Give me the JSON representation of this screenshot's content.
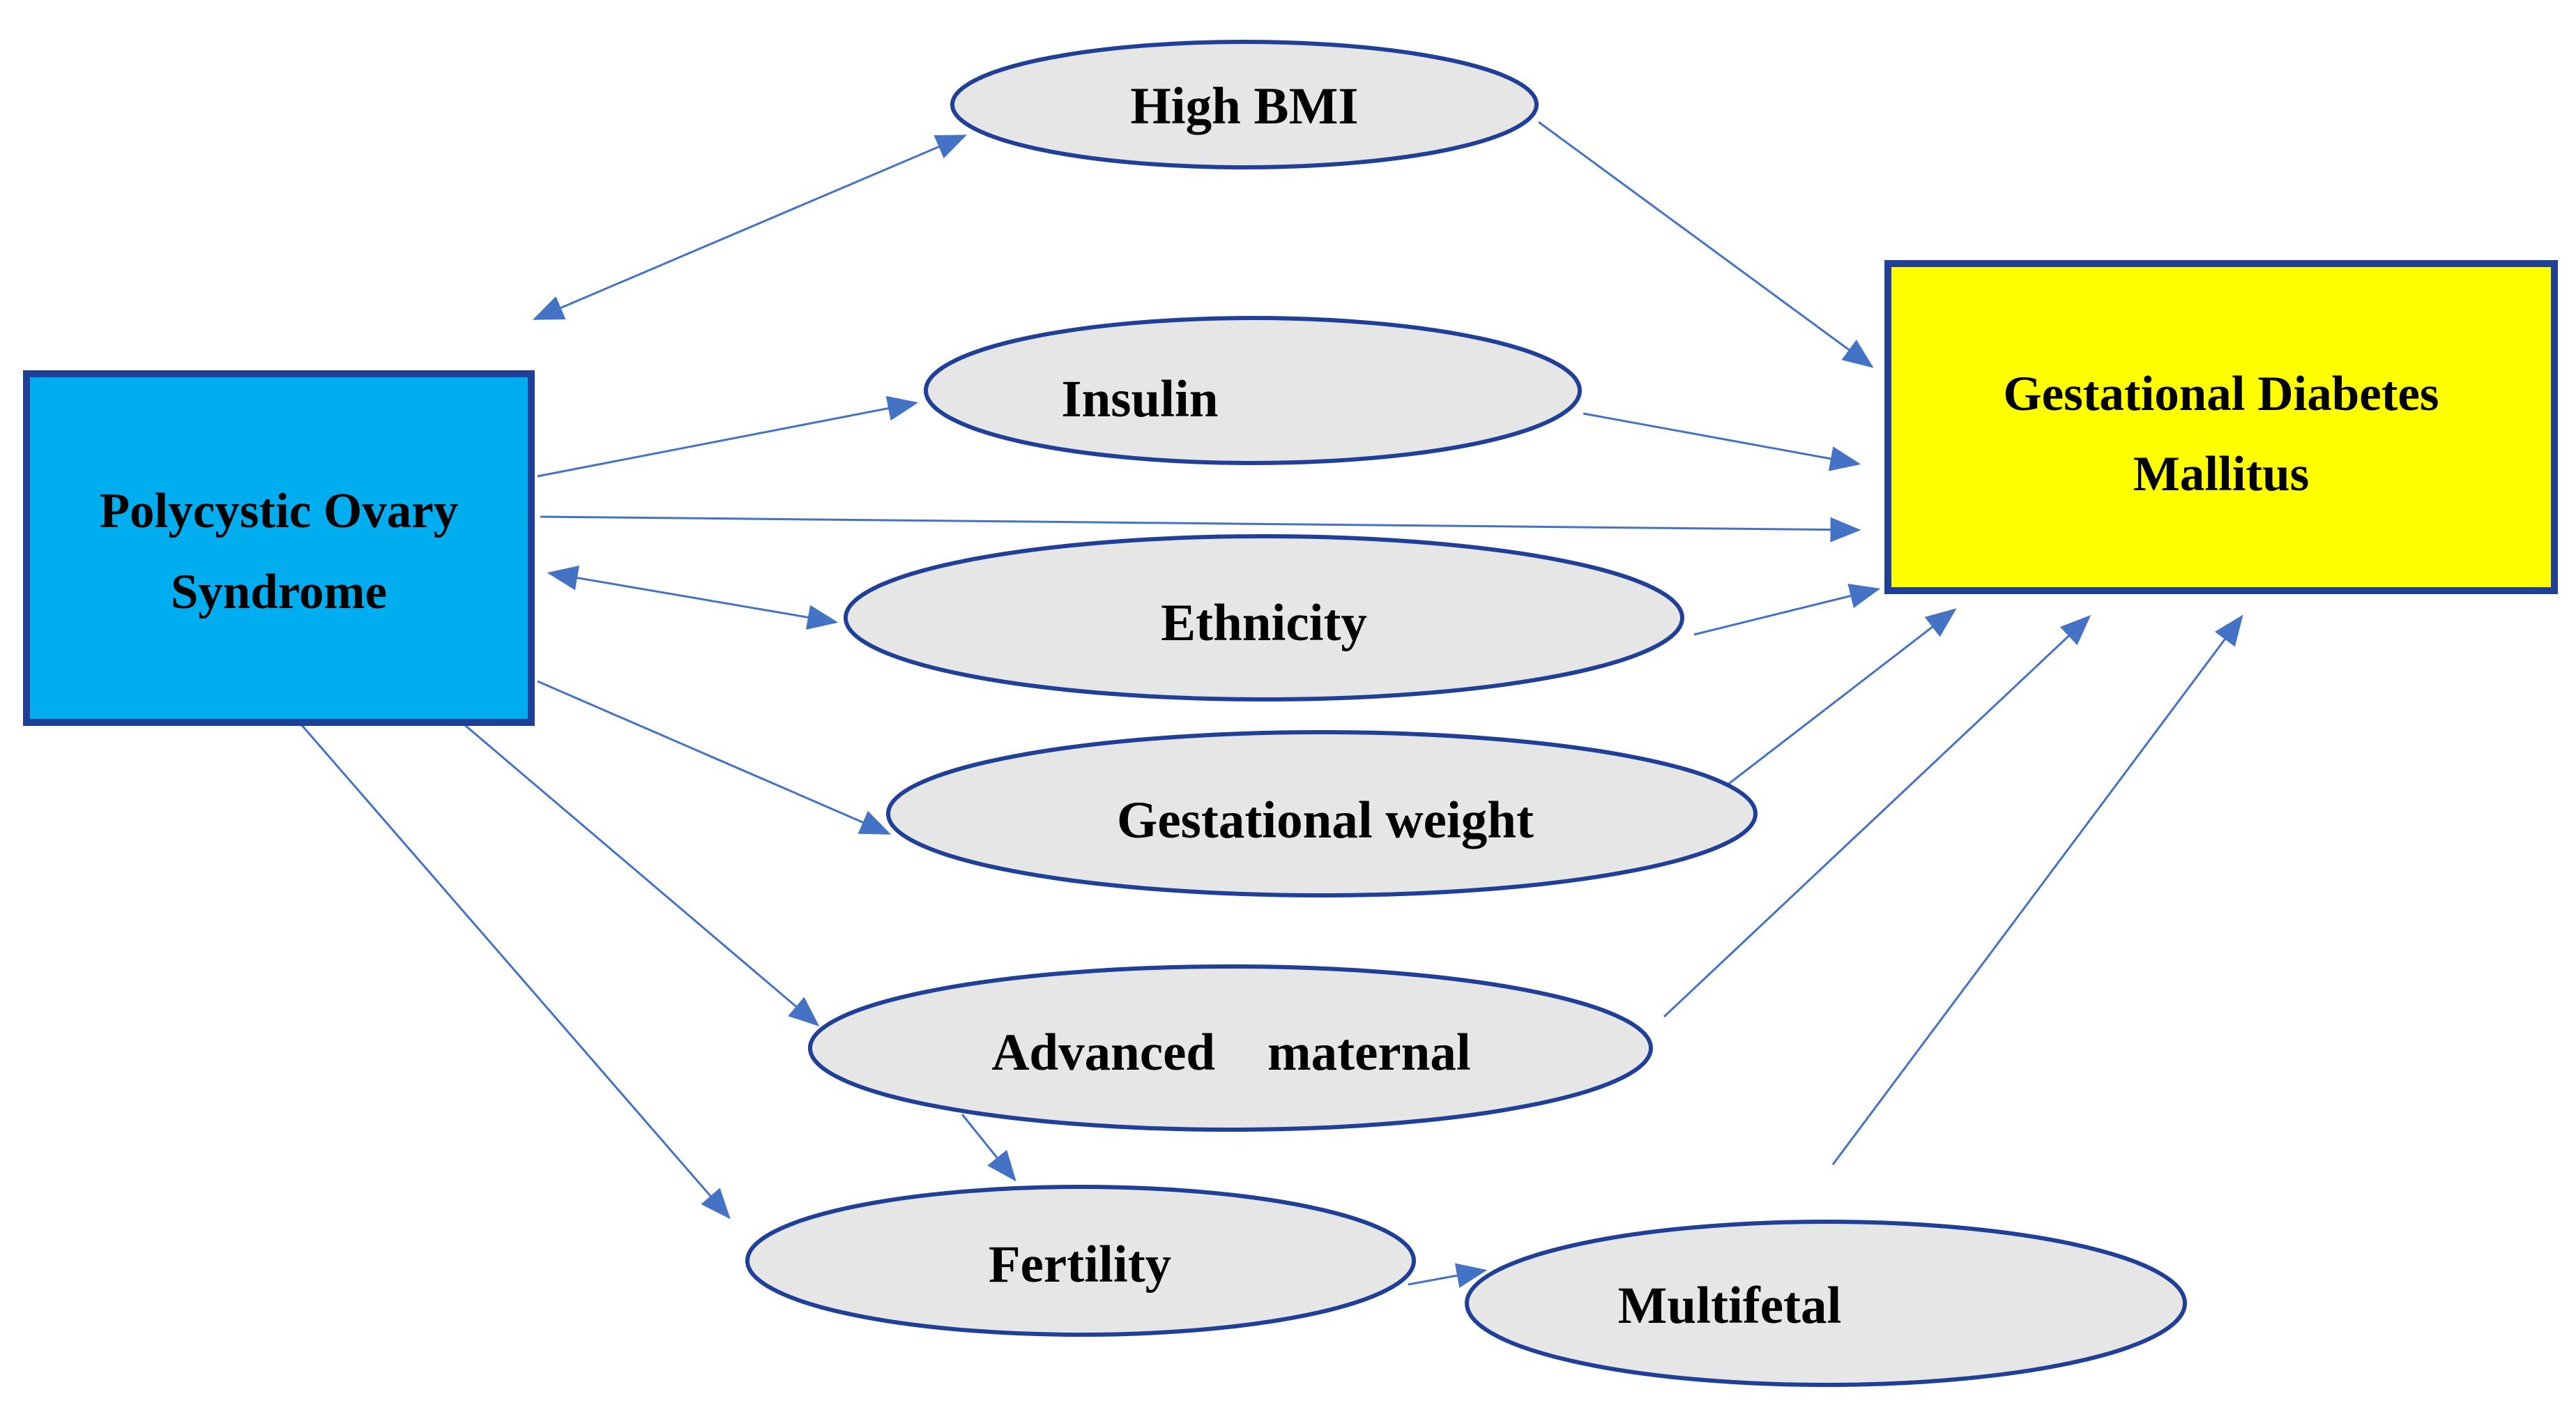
{
  "colors": {
    "source_fill": "#00AEEF",
    "source_border": "#1F3F99",
    "target_fill": "#FFFF00",
    "target_border": "#1F3F99",
    "ellipse_fill": "#E6E6E6",
    "ellipse_border": "#1F3F99",
    "arrow": "#4472C4"
  },
  "nodes": {
    "source": {
      "line1": "Polycystic Ovary",
      "line2": "Syndrome"
    },
    "target": {
      "line1": "Gestational Diabetes",
      "line2": "Mallitus"
    },
    "high_bmi": "High BMI",
    "insulin": "Insulin",
    "ethnicity": "Ethnicity",
    "gestational_weight": "Gestational weight",
    "advanced_maternal": "Advanced    maternal",
    "fertility": "Fertility",
    "multifetal": "Multifetal"
  },
  "edges": [
    {
      "from": "Polycystic Ovary Syndrome",
      "to": "High BMI",
      "bidirectional": true
    },
    {
      "from": "Polycystic Ovary Syndrome",
      "to": "Insulin",
      "bidirectional": false
    },
    {
      "from": "Polycystic Ovary Syndrome",
      "to": "Gestational Diabetes Mallitus",
      "bidirectional": false
    },
    {
      "from": "Polycystic Ovary Syndrome",
      "to": "Ethnicity",
      "bidirectional": true
    },
    {
      "from": "Polycystic Ovary Syndrome",
      "to": "Gestational weight",
      "bidirectional": false
    },
    {
      "from": "Polycystic Ovary Syndrome",
      "to": "Advanced maternal",
      "bidirectional": false
    },
    {
      "from": "Polycystic Ovary Syndrome",
      "to": "Fertility",
      "bidirectional": false
    },
    {
      "from": "Advanced maternal",
      "to": "Fertility",
      "bidirectional": false
    },
    {
      "from": "Fertility",
      "to": "Multifetal",
      "bidirectional": false
    },
    {
      "from": "High BMI",
      "to": "Gestational Diabetes Mallitus",
      "bidirectional": false
    },
    {
      "from": "Insulin",
      "to": "Gestational Diabetes Mallitus",
      "bidirectional": false
    },
    {
      "from": "Ethnicity",
      "to": "Gestational Diabetes Mallitus",
      "bidirectional": false
    },
    {
      "from": "Gestational weight",
      "to": "Gestational Diabetes Mallitus",
      "bidirectional": false
    },
    {
      "from": "Advanced maternal",
      "to": "Gestational Diabetes Mallitus",
      "bidirectional": false
    },
    {
      "from": "Multifetal",
      "to": "Gestational Diabetes Mallitus",
      "bidirectional": false
    }
  ]
}
